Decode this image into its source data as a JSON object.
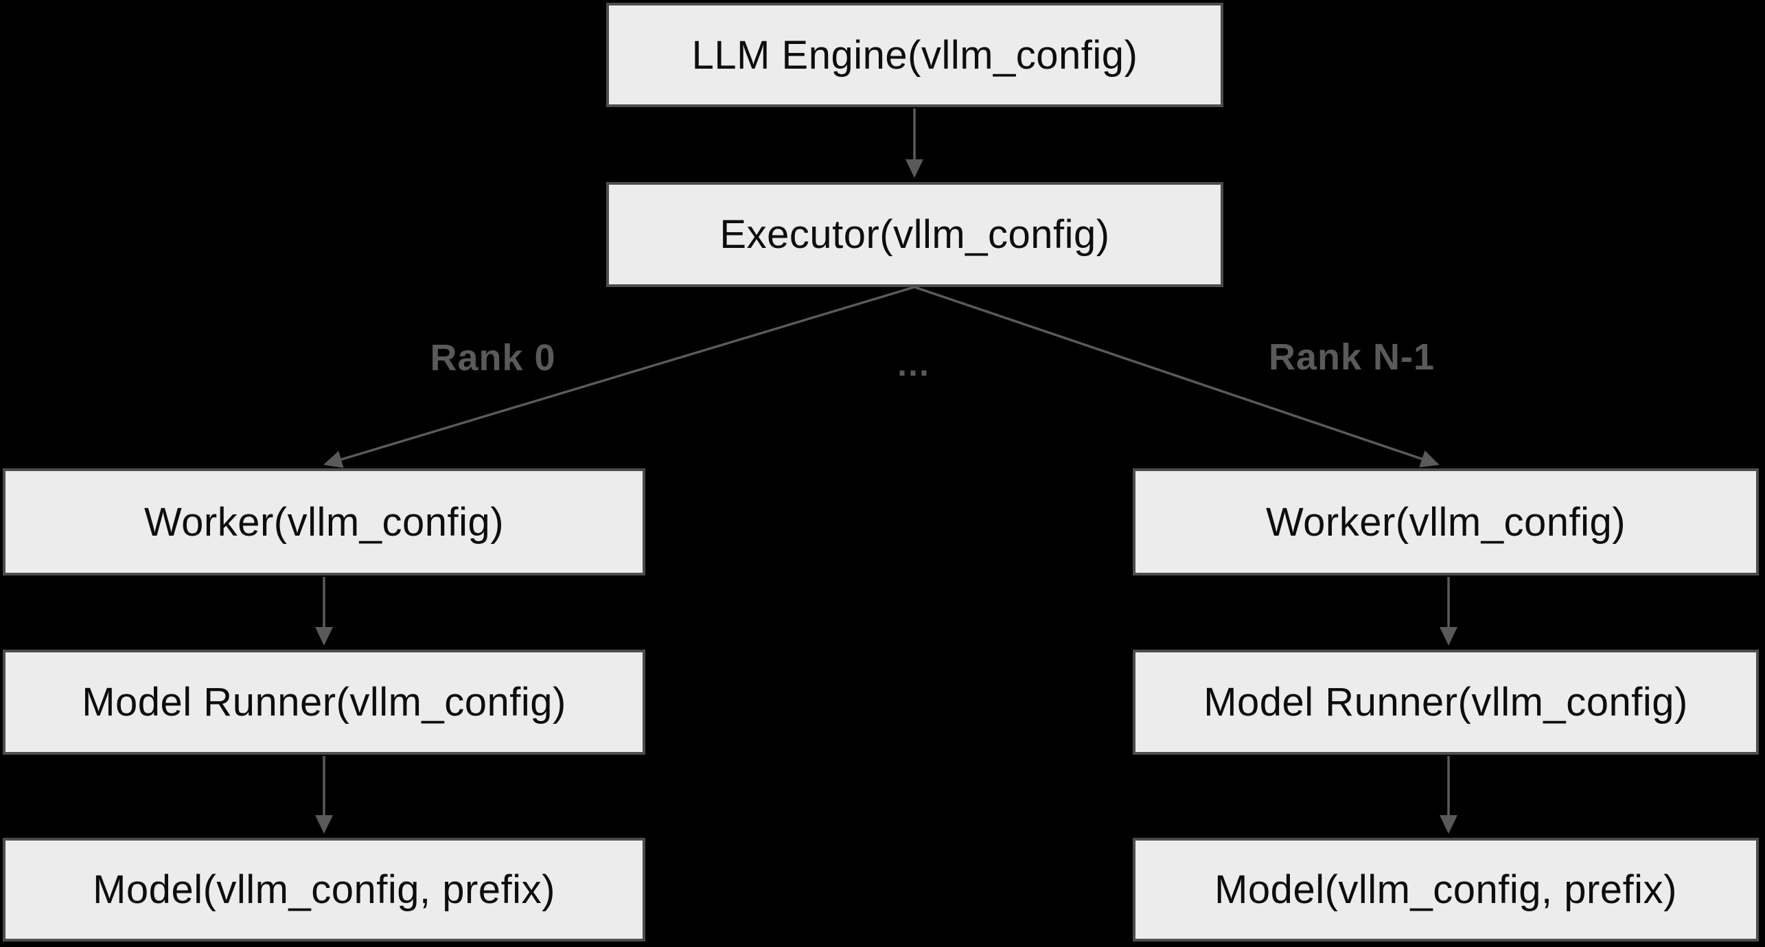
{
  "colors": {
    "background": "#000000",
    "node_fill": "#ececec",
    "node_border": "#4d4d4d",
    "edge": "#5a5a5a",
    "edge_label": "#5a5a5a",
    "node_text": "#0d0d0d"
  },
  "diagram": {
    "nodes": {
      "engine": {
        "label": "LLM Engine(vllm_config)"
      },
      "executor": {
        "label": "Executor(vllm_config)"
      },
      "worker_left": {
        "label": "Worker(vllm_config)"
      },
      "model_runner_left": {
        "label": "Model Runner(vllm_config)"
      },
      "model_left": {
        "label": "Model(vllm_config, prefix)"
      },
      "worker_right": {
        "label": "Worker(vllm_config)"
      },
      "model_runner_right": {
        "label": "Model Runner(vllm_config)"
      },
      "model_right": {
        "label": "Model(vllm_config, prefix)"
      }
    },
    "edge_labels": {
      "rank_0": "Rank 0",
      "ellipsis": "...",
      "rank_n_1": "Rank N-1"
    }
  }
}
